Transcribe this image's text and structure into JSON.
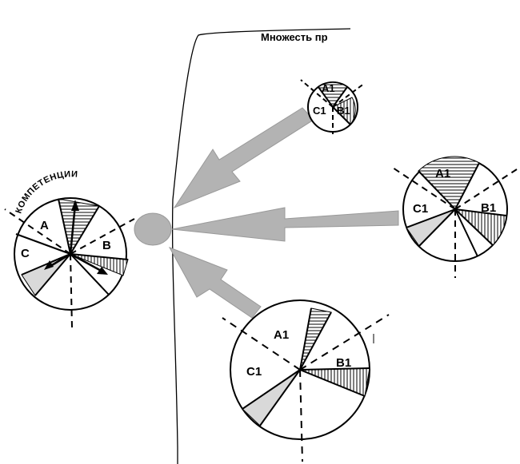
{
  "header_fragment": "Множесть пр",
  "left_circle": {
    "arc_label": "КОМПЕТЕНЦИИ",
    "labels": {
      "a": "A",
      "b": "B",
      "c": "C"
    }
  },
  "small_circle": {
    "labels": {
      "a": "A1",
      "b": "B1",
      "c": "C1"
    }
  },
  "right_circle": {
    "labels": {
      "a": "A1",
      "b": "B1",
      "c": "C1"
    }
  },
  "bottom_circle": {
    "labels": {
      "a": "A1",
      "b": "B1",
      "c": "C1"
    }
  },
  "colors": {
    "arrow_fill": "#b3b3b3",
    "hub_fill": "#b3b3b3",
    "wedge_fill": "#d9d9d9"
  }
}
